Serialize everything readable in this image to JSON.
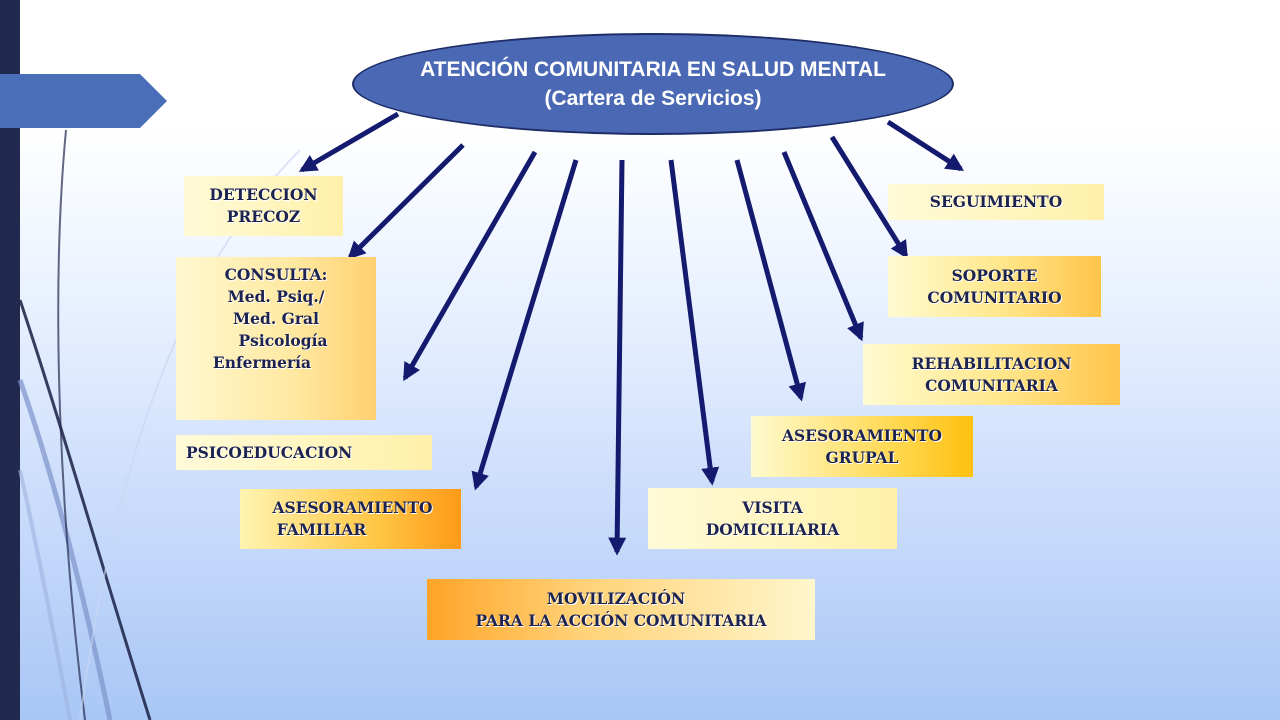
{
  "hub": {
    "line1": "ATENCIÓN COMUNITARIA EN SALUD MENTAL",
    "line2": "(Cartera de Servicios)"
  },
  "services": {
    "deteccion": [
      "DETECCION",
      "PRECOZ"
    ],
    "consulta": [
      "CONSULTA:",
      "Med. Psiq./",
      "Med. Gral",
      "Psicología",
      "Enfermería"
    ],
    "psicoeducacion": [
      "PSICOEDUCACION"
    ],
    "asesoramiento_familiar": [
      "ASESORAMIENTO",
      "FAMILIAR"
    ],
    "movilizacion": [
      "MOVILIZACIÓN",
      "PARA LA ACCIÓN COMUNITARIA"
    ],
    "visita": [
      "VISITA",
      "DOMICILIARIA"
    ],
    "asesoramiento_grupal": [
      "ASESORAMIENTO",
      "GRUPAL"
    ],
    "rehabilitacion": [
      "REHABILITACION",
      "COMUNITARIA"
    ],
    "soporte": [
      "SOPORTE",
      "COMUNITARIO"
    ],
    "seguimiento": [
      "SEGUIMIENTO"
    ]
  },
  "colors": {
    "hub_fill": "#4a68b4",
    "arrow": "#141a6e",
    "text": "#1c2350"
  }
}
